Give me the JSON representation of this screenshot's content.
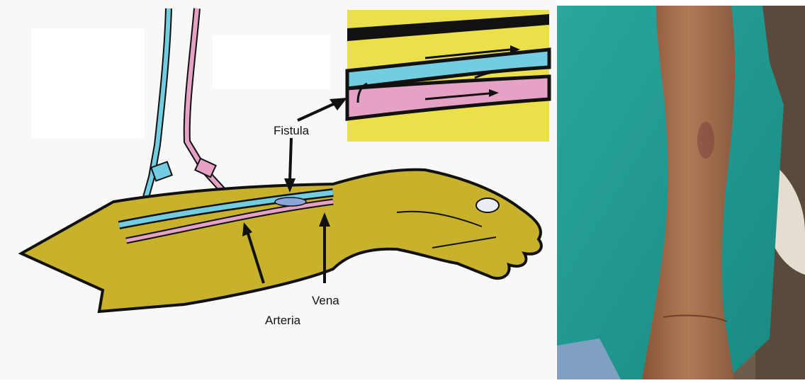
{
  "labels": {
    "fistula": "Fistula",
    "vena": "Vena",
    "arteria": "Arteria"
  },
  "colors": {
    "arm_skin": "#c8b22c",
    "vein": "#72cde0",
    "artery": "#e6a2c4",
    "outline": "#111111",
    "drape": "#1f9a91",
    "photo_skin": "#a9704e"
  },
  "photo": {
    "subject": "forearm-with-av-fistula-on-green-drape"
  }
}
